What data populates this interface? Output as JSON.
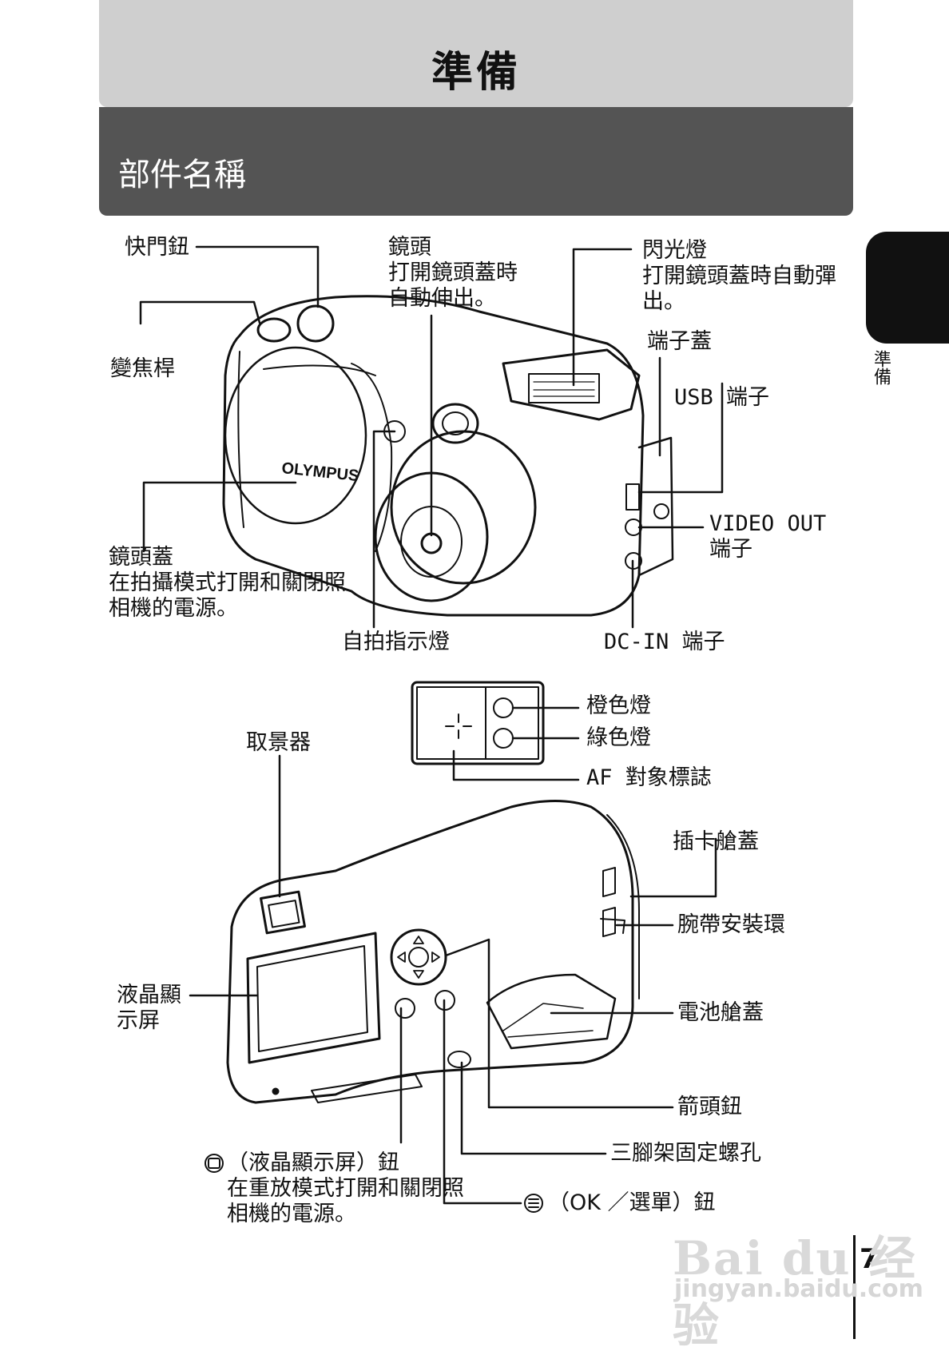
{
  "header": {
    "title": "準備",
    "section": "部件名稱"
  },
  "side_tab": {
    "label": "準備"
  },
  "page_number": "7",
  "front_labels": {
    "shutter": "快門鈕",
    "lens": "鏡頭\n打開鏡頭蓋時\n自動伸出。",
    "flash": "閃光燈\n打開鏡頭蓋時自動彈\n出。",
    "terminal_cover": "端子蓋",
    "usb": "USB 端子",
    "zoom": "變焦桿",
    "lens_cover": "鏡頭蓋\n在拍攝模式打開和關閉照\n相機的電源。",
    "video_out": "VIDEO OUT\n端子",
    "self_timer": "自拍指示燈",
    "dc_in": "DC-IN 端子"
  },
  "viewfinder_labels": {
    "orange_lamp": "橙色燈",
    "green_lamp": "綠色燈",
    "af_mark": "AF 對象標誌"
  },
  "back_labels": {
    "viewfinder": "取景器",
    "card_cover": "插卡艙蓋",
    "strap": "腕帶安裝環",
    "lcd": "液晶顯\n示屏",
    "battery_cover": "電池艙蓋",
    "arrow_pad": "箭頭鈕",
    "tripod": "三腳架固定螺孔",
    "lcd_button": "（液晶顯示屏）鈕\n在重放模式打開和關閉照\n相機的電源。",
    "ok_button": "（OK ／選單）鈕"
  },
  "brand_on_camera": "OLYMPUS",
  "watermark": {
    "main": "Bai du 经验",
    "url": "jingyan.baidu.com"
  }
}
